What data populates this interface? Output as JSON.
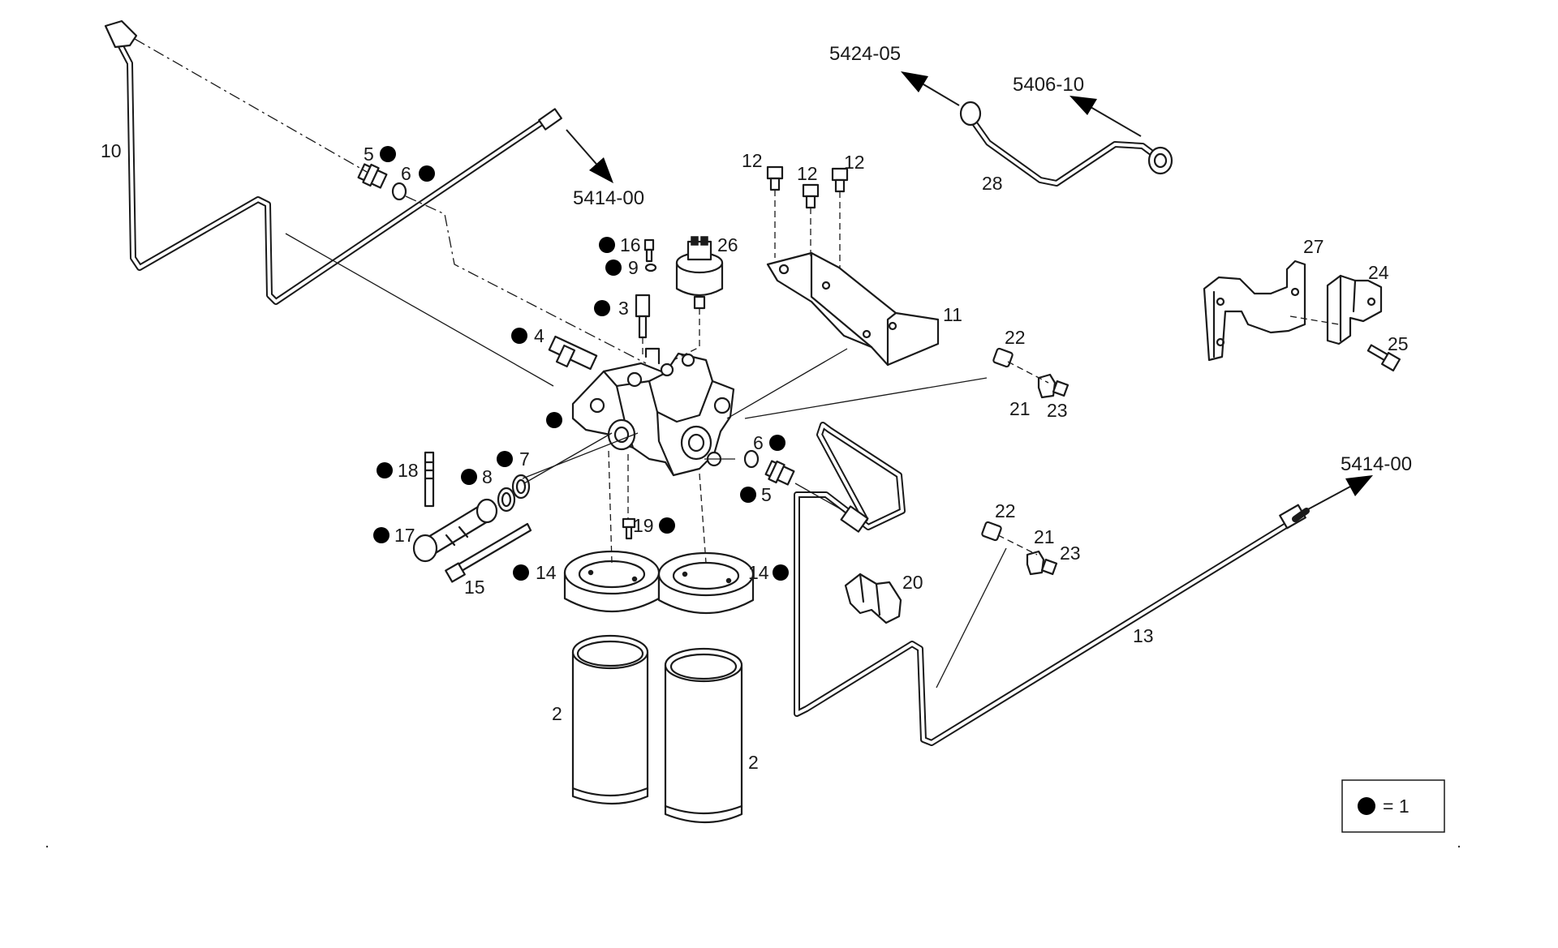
{
  "references": {
    "ref_5424_05": "5424-05",
    "ref_5406_10": "5406-10",
    "ref_5414_00_top": "5414-00",
    "ref_5414_00_right": "5414-00"
  },
  "parts": [
    {
      "id": "p10",
      "label": "10",
      "dot": false
    },
    {
      "id": "p5a",
      "label": "5",
      "dot": true
    },
    {
      "id": "p6a",
      "label": "6",
      "dot": true
    },
    {
      "id": "p12a",
      "label": "12",
      "dot": false
    },
    {
      "id": "p12b",
      "label": "12",
      "dot": false
    },
    {
      "id": "p12c",
      "label": "12",
      "dot": false
    },
    {
      "id": "p28",
      "label": "28",
      "dot": false
    },
    {
      "id": "p16",
      "label": "16",
      "dot": true
    },
    {
      "id": "p26",
      "label": "26",
      "dot": false
    },
    {
      "id": "p9",
      "label": "9",
      "dot": true
    },
    {
      "id": "p3",
      "label": "3",
      "dot": true
    },
    {
      "id": "p4",
      "label": "4",
      "dot": true
    },
    {
      "id": "p11",
      "label": "11",
      "dot": false
    },
    {
      "id": "p27",
      "label": "27",
      "dot": false
    },
    {
      "id": "p24",
      "label": "24",
      "dot": false
    },
    {
      "id": "p25",
      "label": "25",
      "dot": false
    },
    {
      "id": "p22a",
      "label": "22",
      "dot": false
    },
    {
      "id": "p21a",
      "label": "21",
      "dot": false
    },
    {
      "id": "p23a",
      "label": "23",
      "dot": false
    },
    {
      "id": "p6b",
      "label": "6",
      "dot": true
    },
    {
      "id": "p5b",
      "label": "5",
      "dot": true
    },
    {
      "id": "p18",
      "label": "18",
      "dot": true
    },
    {
      "id": "p8",
      "label": "8",
      "dot": true
    },
    {
      "id": "p7",
      "label": "7",
      "dot": true
    },
    {
      "id": "p17",
      "label": "17",
      "dot": true
    },
    {
      "id": "p19",
      "label": "19",
      "dot": true
    },
    {
      "id": "p15",
      "label": "15",
      "dot": false
    },
    {
      "id": "p14a",
      "label": "14",
      "dot": true
    },
    {
      "id": "p14b",
      "label": "14",
      "dot": true
    },
    {
      "id": "p20",
      "label": "20",
      "dot": false
    },
    {
      "id": "p22b",
      "label": "22",
      "dot": false
    },
    {
      "id": "p21b",
      "label": "21",
      "dot": false
    },
    {
      "id": "p23b",
      "label": "23",
      "dot": false
    },
    {
      "id": "p13",
      "label": "13",
      "dot": false
    },
    {
      "id": "p2a",
      "label": "2",
      "dot": false
    },
    {
      "id": "p2b",
      "label": "2",
      "dot": false
    }
  ],
  "legend": {
    "text": "= 1"
  }
}
